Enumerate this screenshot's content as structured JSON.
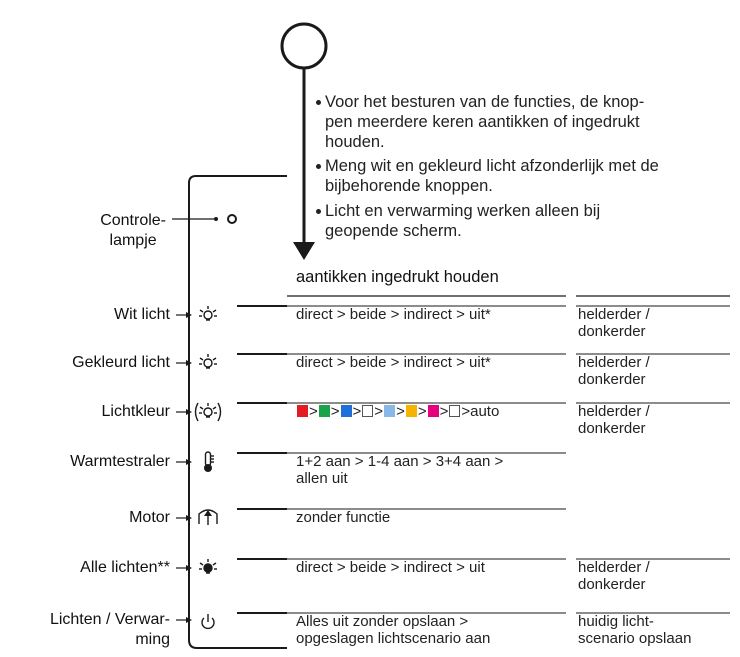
{
  "notes": [
    "Voor het besturen van de functies, de knop-\npen meerdere keren aantikken of ingedrukt\nhouden.",
    "Meng wit en gekleurd licht afzonderlijk met de\nbijbehorende knoppen.",
    "Licht en verwarming werken alleen bij\ngeopende scherm."
  ],
  "control_lamp_label": "Controle-\nlampje",
  "column_headers": {
    "tap": "aantikken",
    "hold": "ingedrukt houden"
  },
  "rows": [
    {
      "label": "Wit licht",
      "icon": "light-bulb-rays-icon",
      "tap": "direct > beide > indirect > uit*",
      "hold": "helderder /\ndonkerder"
    },
    {
      "label": "Gekleurd licht",
      "icon": "light-bulb-rays-icon",
      "tap": "direct > beide > indirect > uit*",
      "hold": "helderder /\ndonkerder"
    },
    {
      "label": "Lichtkleur",
      "icon": "light-bulb-color-icon",
      "tap_sequence": [
        "red",
        "green",
        "blue",
        "white",
        "light-blue",
        "yellow",
        "magenta",
        "white"
      ],
      "tap_end": "auto",
      "hold": "helderder /\ndonkerder"
    },
    {
      "label": "Warmtestraler",
      "icon": "thermometer-icon",
      "tap": "1+2 aan > 1-4 aan > 3+4 aan >\nallen uit",
      "hold": ""
    },
    {
      "label": "Motor",
      "icon": "motor-awning-icon",
      "tap": "zonder functie",
      "hold": ""
    },
    {
      "label": "Alle lichten**",
      "icon": "light-bulb-filled-icon",
      "tap": "direct > beide > indirect > uit",
      "hold": "helderder /\ndonkerder"
    },
    {
      "label": "Lichten / Verwar-\nming",
      "icon": "power-icon",
      "tap": "Alles uit zonder opslaan >\nopgeslagen lichtscenario aan",
      "hold": "huidig licht-\nscenario opslaan"
    }
  ],
  "swatch_colors": {
    "red": "#e31b23",
    "green": "#1aa34a",
    "blue": "#1e6fd9",
    "white": "#ffffff",
    "light-blue": "#8ab8e6",
    "yellow": "#f5b400",
    "magenta": "#e5007d"
  },
  "line_color": "#1a1a1a"
}
